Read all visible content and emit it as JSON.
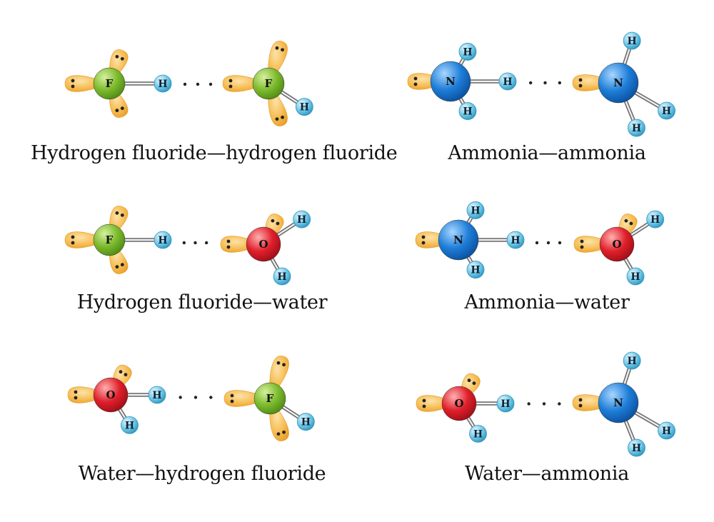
{
  "colors": {
    "fluorine": "#7dbb2e",
    "nitrogen": "#1e7ed8",
    "oxygen": "#e0202c",
    "hydrogen": "#6cc6e6",
    "lone_pair": "#f5b84a",
    "bond": "#8a8a8a"
  },
  "atoms": {
    "F": "F",
    "N": "N",
    "O": "O",
    "H": "H"
  },
  "panels": [
    {
      "id": "hf-hf",
      "caption": "Hydrogen fluoride—hydrogen fluoride",
      "donor": "F",
      "acceptor": "F"
    },
    {
      "id": "nh3-nh3",
      "caption": "Ammonia—ammonia",
      "donor": "N",
      "acceptor": "N"
    },
    {
      "id": "hf-h2o",
      "caption": "Hydrogen fluoride—water",
      "donor": "F",
      "acceptor": "O"
    },
    {
      "id": "nh3-h2o",
      "caption": "Ammonia—water",
      "donor": "N",
      "acceptor": "O"
    },
    {
      "id": "h2o-hf",
      "caption": "Water—hydrogen fluoride",
      "donor": "O",
      "acceptor": "F"
    },
    {
      "id": "h2o-nh3",
      "caption": "Water—ammonia",
      "donor": "O",
      "acceptor": "N"
    }
  ]
}
